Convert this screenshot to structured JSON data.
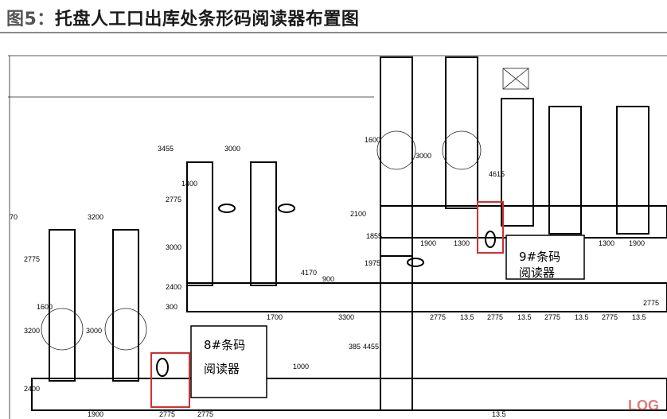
{
  "title": {
    "fig_no": "图5：",
    "text": "托盘人工口出库处条形码阅读器布置图"
  },
  "labels": {
    "reader8": {
      "line1": "8#条码",
      "line2": "阅读器"
    },
    "reader9": {
      "line1": "9#条码",
      "line2": "阅读器"
    }
  },
  "dimensions": {
    "d3455": "3455",
    "d3000a": "3000",
    "d3200a": "3200",
    "d70": "70",
    "d2775v": "2775",
    "d1600": "1600",
    "d3200v": "3200",
    "d3000v": "3000",
    "d2400": "2400",
    "d1400": "1400",
    "d2775b": "2775",
    "d3000c": "3000",
    "d2400b": "2400",
    "d300": "300",
    "d1700": "1700",
    "d3300": "3300",
    "d4170": "4170",
    "d900": "900",
    "d1000": "1000",
    "d385": "385",
    "d4455": "4455",
    "d1900a": "1900",
    "d1300": "1300",
    "d1900b": "1900",
    "d1600b": "1600",
    "d3000d": "3000",
    "d2100": "2100",
    "d1855": "1855",
    "d1975": "1975",
    "d4615": "4615",
    "d1300b": "1300",
    "d2775r1": "2775",
    "d13_5a": "13.5",
    "d2775r2": "2775",
    "d13_5b": "13.5",
    "d2775r3": "2775",
    "d13_5c": "13.5",
    "d2775r4": "2775",
    "d13_5d": "13.5",
    "d2775r5": "2775",
    "d2775bot": "2775",
    "d1900c": "1900",
    "d2775bot2": "2775",
    "d13_5e": "13.5"
  },
  "watermark": {
    "logo": "LOG"
  }
}
